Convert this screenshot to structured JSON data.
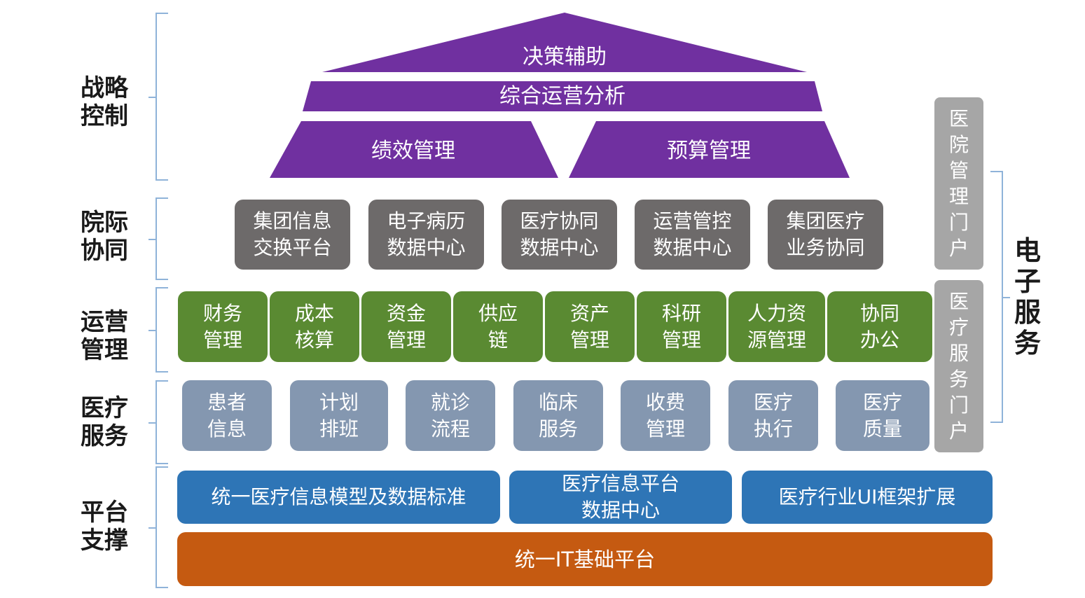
{
  "left_labels": {
    "strategic": "战略\n控制",
    "collaboration": "院际\n协同",
    "operations": "运营\n管理",
    "medical": "医疗\n服务",
    "platform": "平台\n支撑"
  },
  "right_label": "电子服务",
  "top": {
    "apex": "决策辅助",
    "analysis": "综合运营分析",
    "left_trap": "绩效管理",
    "right_trap": "预算管理"
  },
  "collab_boxes": [
    "集团信息\n交换平台",
    "电子病历\n数据中心",
    "医疗协同\n数据中心",
    "运营管控\n数据中心",
    "集团医疗\n业务协同"
  ],
  "ops_boxes": [
    "财务\n管理",
    "成本\n核算",
    "资金\n管理",
    "供应\n链",
    "资产\n管理",
    "科研\n管理",
    "人力资\n源管理",
    "协同\n办公"
  ],
  "medical_boxes": [
    "患者\n信息",
    "计划\n排班",
    "就诊\n流程",
    "临床\n服务",
    "收费\n管理",
    "医疗\n执行",
    "医疗\n质量"
  ],
  "platform_boxes": [
    "统一医疗信息模型及数据标准",
    "医疗信息平台\n数据中心",
    "医疗行业UI框架扩展"
  ],
  "base": "统一IT基础平台",
  "portals": {
    "hospital_mgmt": "医院管理门户",
    "medical_service": "医疗服务门户"
  },
  "colors": {
    "purple": "#7030a0",
    "gray": "#6d6a6a",
    "green": "#5a8a32",
    "slate": "#8497b0",
    "blue": "#2e75b6",
    "orange": "#c55a11",
    "portal": "#a6a6a6",
    "bracket": "#8fb3d9"
  }
}
